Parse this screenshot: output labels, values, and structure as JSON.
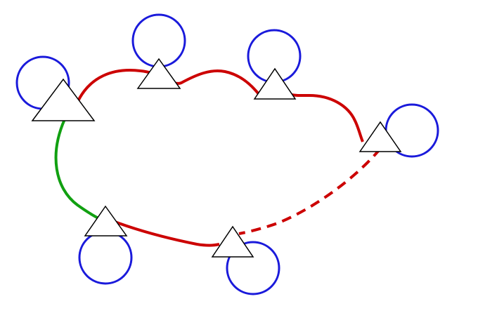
{
  "colors": {
    "background": "#ffffff",
    "circle_stroke": "#1a1adb",
    "edge_red": "#cc0000",
    "edge_green": "#11a011",
    "node_fill": "#ffffff",
    "node_stroke": "#000000"
  },
  "nodes": [
    {
      "id": "n1",
      "shape": "triangle",
      "has_circle": true
    },
    {
      "id": "n2",
      "shape": "triangle",
      "has_circle": true
    },
    {
      "id": "n3",
      "shape": "triangle",
      "has_circle": true
    },
    {
      "id": "n4",
      "shape": "triangle",
      "has_circle": true
    },
    {
      "id": "n5",
      "shape": "triangle",
      "has_circle": true
    },
    {
      "id": "n6",
      "shape": "triangle",
      "has_circle": true
    }
  ],
  "edges": [
    {
      "from": "n1",
      "to": "n2",
      "color": "red",
      "style": "solid"
    },
    {
      "from": "n2",
      "to": "n3",
      "color": "red",
      "style": "solid"
    },
    {
      "from": "n3",
      "to": "n4",
      "color": "red",
      "style": "solid"
    },
    {
      "from": "n4",
      "to": "n6",
      "color": "red",
      "style": "dashed"
    },
    {
      "from": "n5",
      "to": "n6",
      "color": "red",
      "style": "solid"
    },
    {
      "from": "n1",
      "to": "n5",
      "color": "green",
      "style": "solid"
    }
  ]
}
